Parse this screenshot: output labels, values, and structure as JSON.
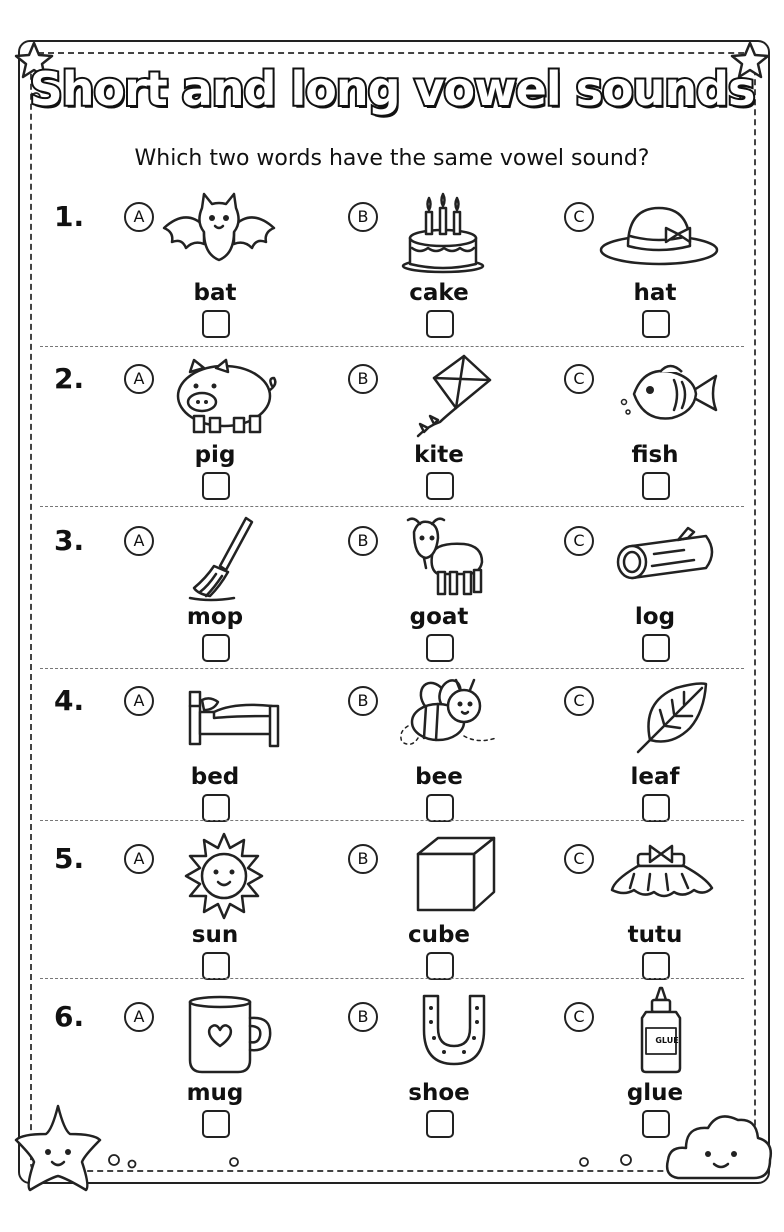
{
  "title": "Short and long vowel sounds",
  "instruction": "Which two words have the same vowel sound?",
  "glue_label": "GLUE",
  "questions": [
    {
      "number": "1.",
      "options": [
        {
          "letter": "A",
          "word": "bat",
          "icon": "bat-icon"
        },
        {
          "letter": "B",
          "word": "cake",
          "icon": "cake-icon"
        },
        {
          "letter": "C",
          "word": "hat",
          "icon": "hat-icon"
        }
      ]
    },
    {
      "number": "2.",
      "options": [
        {
          "letter": "A",
          "word": "pig",
          "icon": "pig-icon"
        },
        {
          "letter": "B",
          "word": "kite",
          "icon": "kite-icon"
        },
        {
          "letter": "C",
          "word": "fish",
          "icon": "fish-icon"
        }
      ]
    },
    {
      "number": "3.",
      "options": [
        {
          "letter": "A",
          "word": "mop",
          "icon": "mop-icon"
        },
        {
          "letter": "B",
          "word": "goat",
          "icon": "goat-icon"
        },
        {
          "letter": "C",
          "word": "log",
          "icon": "log-icon"
        }
      ]
    },
    {
      "number": "4.",
      "options": [
        {
          "letter": "A",
          "word": "bed",
          "icon": "bed-icon"
        },
        {
          "letter": "B",
          "word": "bee",
          "icon": "bee-icon"
        },
        {
          "letter": "C",
          "word": "leaf",
          "icon": "leaf-icon"
        }
      ]
    },
    {
      "number": "5.",
      "options": [
        {
          "letter": "A",
          "word": "sun",
          "icon": "sun-icon"
        },
        {
          "letter": "B",
          "word": "cube",
          "icon": "cube-icon"
        },
        {
          "letter": "C",
          "word": "tutu",
          "icon": "tutu-icon"
        }
      ]
    },
    {
      "number": "6.",
      "options": [
        {
          "letter": "A",
          "word": "mug",
          "icon": "mug-icon"
        },
        {
          "letter": "B",
          "word": "shoe",
          "icon": "horseshoe-icon"
        },
        {
          "letter": "C",
          "word": "glue",
          "icon": "glue-icon"
        }
      ]
    }
  ]
}
